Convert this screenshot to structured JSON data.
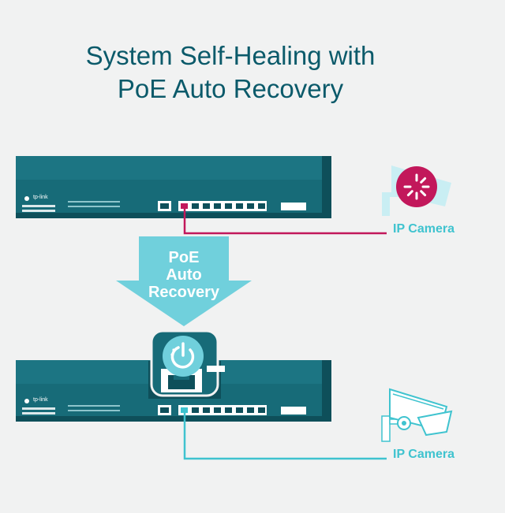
{
  "title": {
    "line1": "System Self-Healing with",
    "line2": "PoE Auto Recovery"
  },
  "badge": {
    "line1": "PoE",
    "line2": "Auto",
    "line3": "Recovery"
  },
  "switches": [
    {
      "brand": "tp-link",
      "camera_label": "IP Camera",
      "camera_state": "loading-icon"
    },
    {
      "brand": "tp-link",
      "camera_label": "IP Camera",
      "camera_state": "ok"
    }
  ],
  "colors": {
    "switch_body": "#176b78",
    "switch_dark": "#0e4f5a",
    "fault_link": "#c2185b",
    "ok_link": "#3fc3cf",
    "title": "#0b5a6a",
    "badge": "#70d0dc",
    "camera_body": "#c9eef3"
  }
}
